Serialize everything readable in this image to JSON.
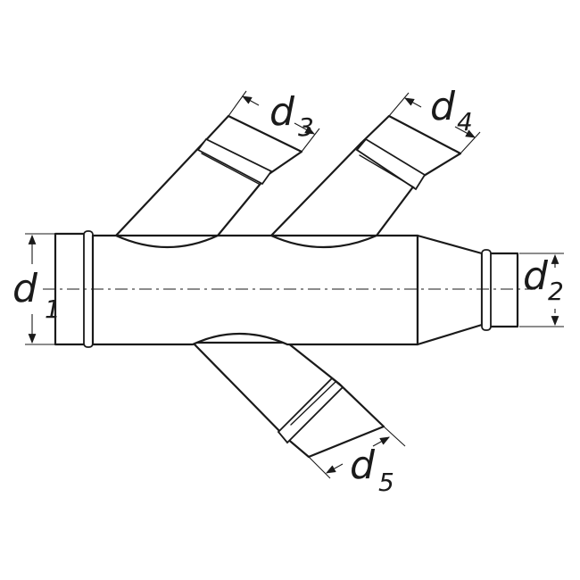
{
  "diagram": {
    "labels": {
      "d1": {
        "main": "d",
        "sub": "1"
      },
      "d2": {
        "main": "d",
        "sub": "2"
      },
      "d3": {
        "main": "d",
        "sub": "3"
      },
      "d4": {
        "main": "d",
        "sub": "4"
      },
      "d5": {
        "main": "d",
        "sub": "5"
      }
    }
  }
}
